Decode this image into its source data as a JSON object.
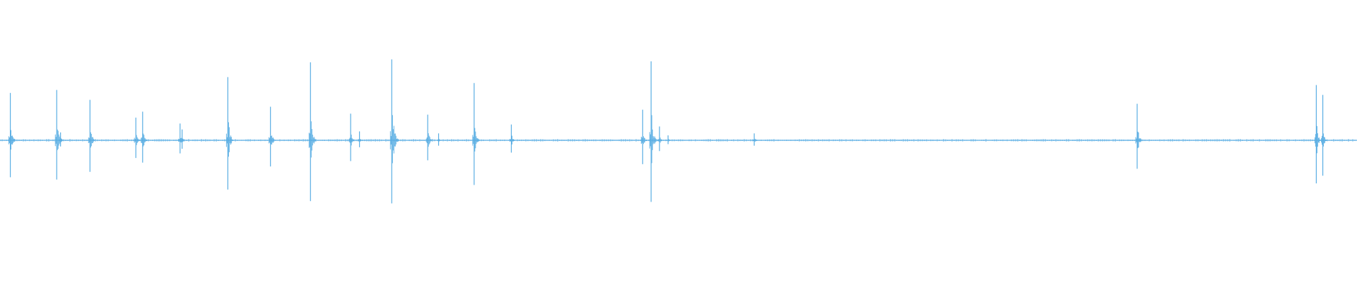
{
  "waveform": {
    "color": "#5aaee3",
    "transients": [
      {
        "t": 0.0076,
        "amp": 0.48,
        "spread": 0.004
      },
      {
        "t": 0.0418,
        "amp": 0.51,
        "spread": 0.004
      },
      {
        "t": 0.0446,
        "amp": 0.08,
        "spread": 0.002
      },
      {
        "t": 0.0663,
        "amp": 0.41,
        "spread": 0.004
      },
      {
        "t": 0.1001,
        "amp": 0.23,
        "spread": 0.002
      },
      {
        "t": 0.1051,
        "amp": 0.29,
        "spread": 0.004
      },
      {
        "t": 0.1327,
        "amp": 0.17,
        "spread": 0.003
      },
      {
        "t": 0.1342,
        "amp": 0.11,
        "spread": 0.002
      },
      {
        "t": 0.1679,
        "amp": 0.64,
        "spread": 0.004
      },
      {
        "t": 0.1993,
        "amp": 0.34,
        "spread": 0.004
      },
      {
        "t": 0.2288,
        "amp": 0.79,
        "spread": 0.004
      },
      {
        "t": 0.2584,
        "amp": 0.27,
        "spread": 0.003
      },
      {
        "t": 0.2649,
        "amp": 0.09,
        "spread": 0.002
      },
      {
        "t": 0.2887,
        "amp": 0.82,
        "spread": 0.005
      },
      {
        "t": 0.3152,
        "amp": 0.26,
        "spread": 0.004
      },
      {
        "t": 0.3232,
        "amp": 0.07,
        "spread": 0.002
      },
      {
        "t": 0.3494,
        "amp": 0.58,
        "spread": 0.004
      },
      {
        "t": 0.3768,
        "amp": 0.16,
        "spread": 0.003
      },
      {
        "t": 0.4736,
        "amp": 0.31,
        "spread": 0.002
      },
      {
        "t": 0.4798,
        "amp": 0.8,
        "spread": 0.004
      },
      {
        "t": 0.486,
        "amp": 0.14,
        "spread": 0.003
      },
      {
        "t": 0.4923,
        "amp": 0.05,
        "spread": 0.002
      },
      {
        "t": 0.5558,
        "amp": 0.07,
        "spread": 0.003
      },
      {
        "t": 0.838,
        "amp": 0.37,
        "spread": 0.004
      },
      {
        "t": 0.97,
        "amp": 0.56,
        "spread": 0.003
      },
      {
        "t": 0.9748,
        "amp": 0.46,
        "spread": 0.003
      }
    ]
  }
}
